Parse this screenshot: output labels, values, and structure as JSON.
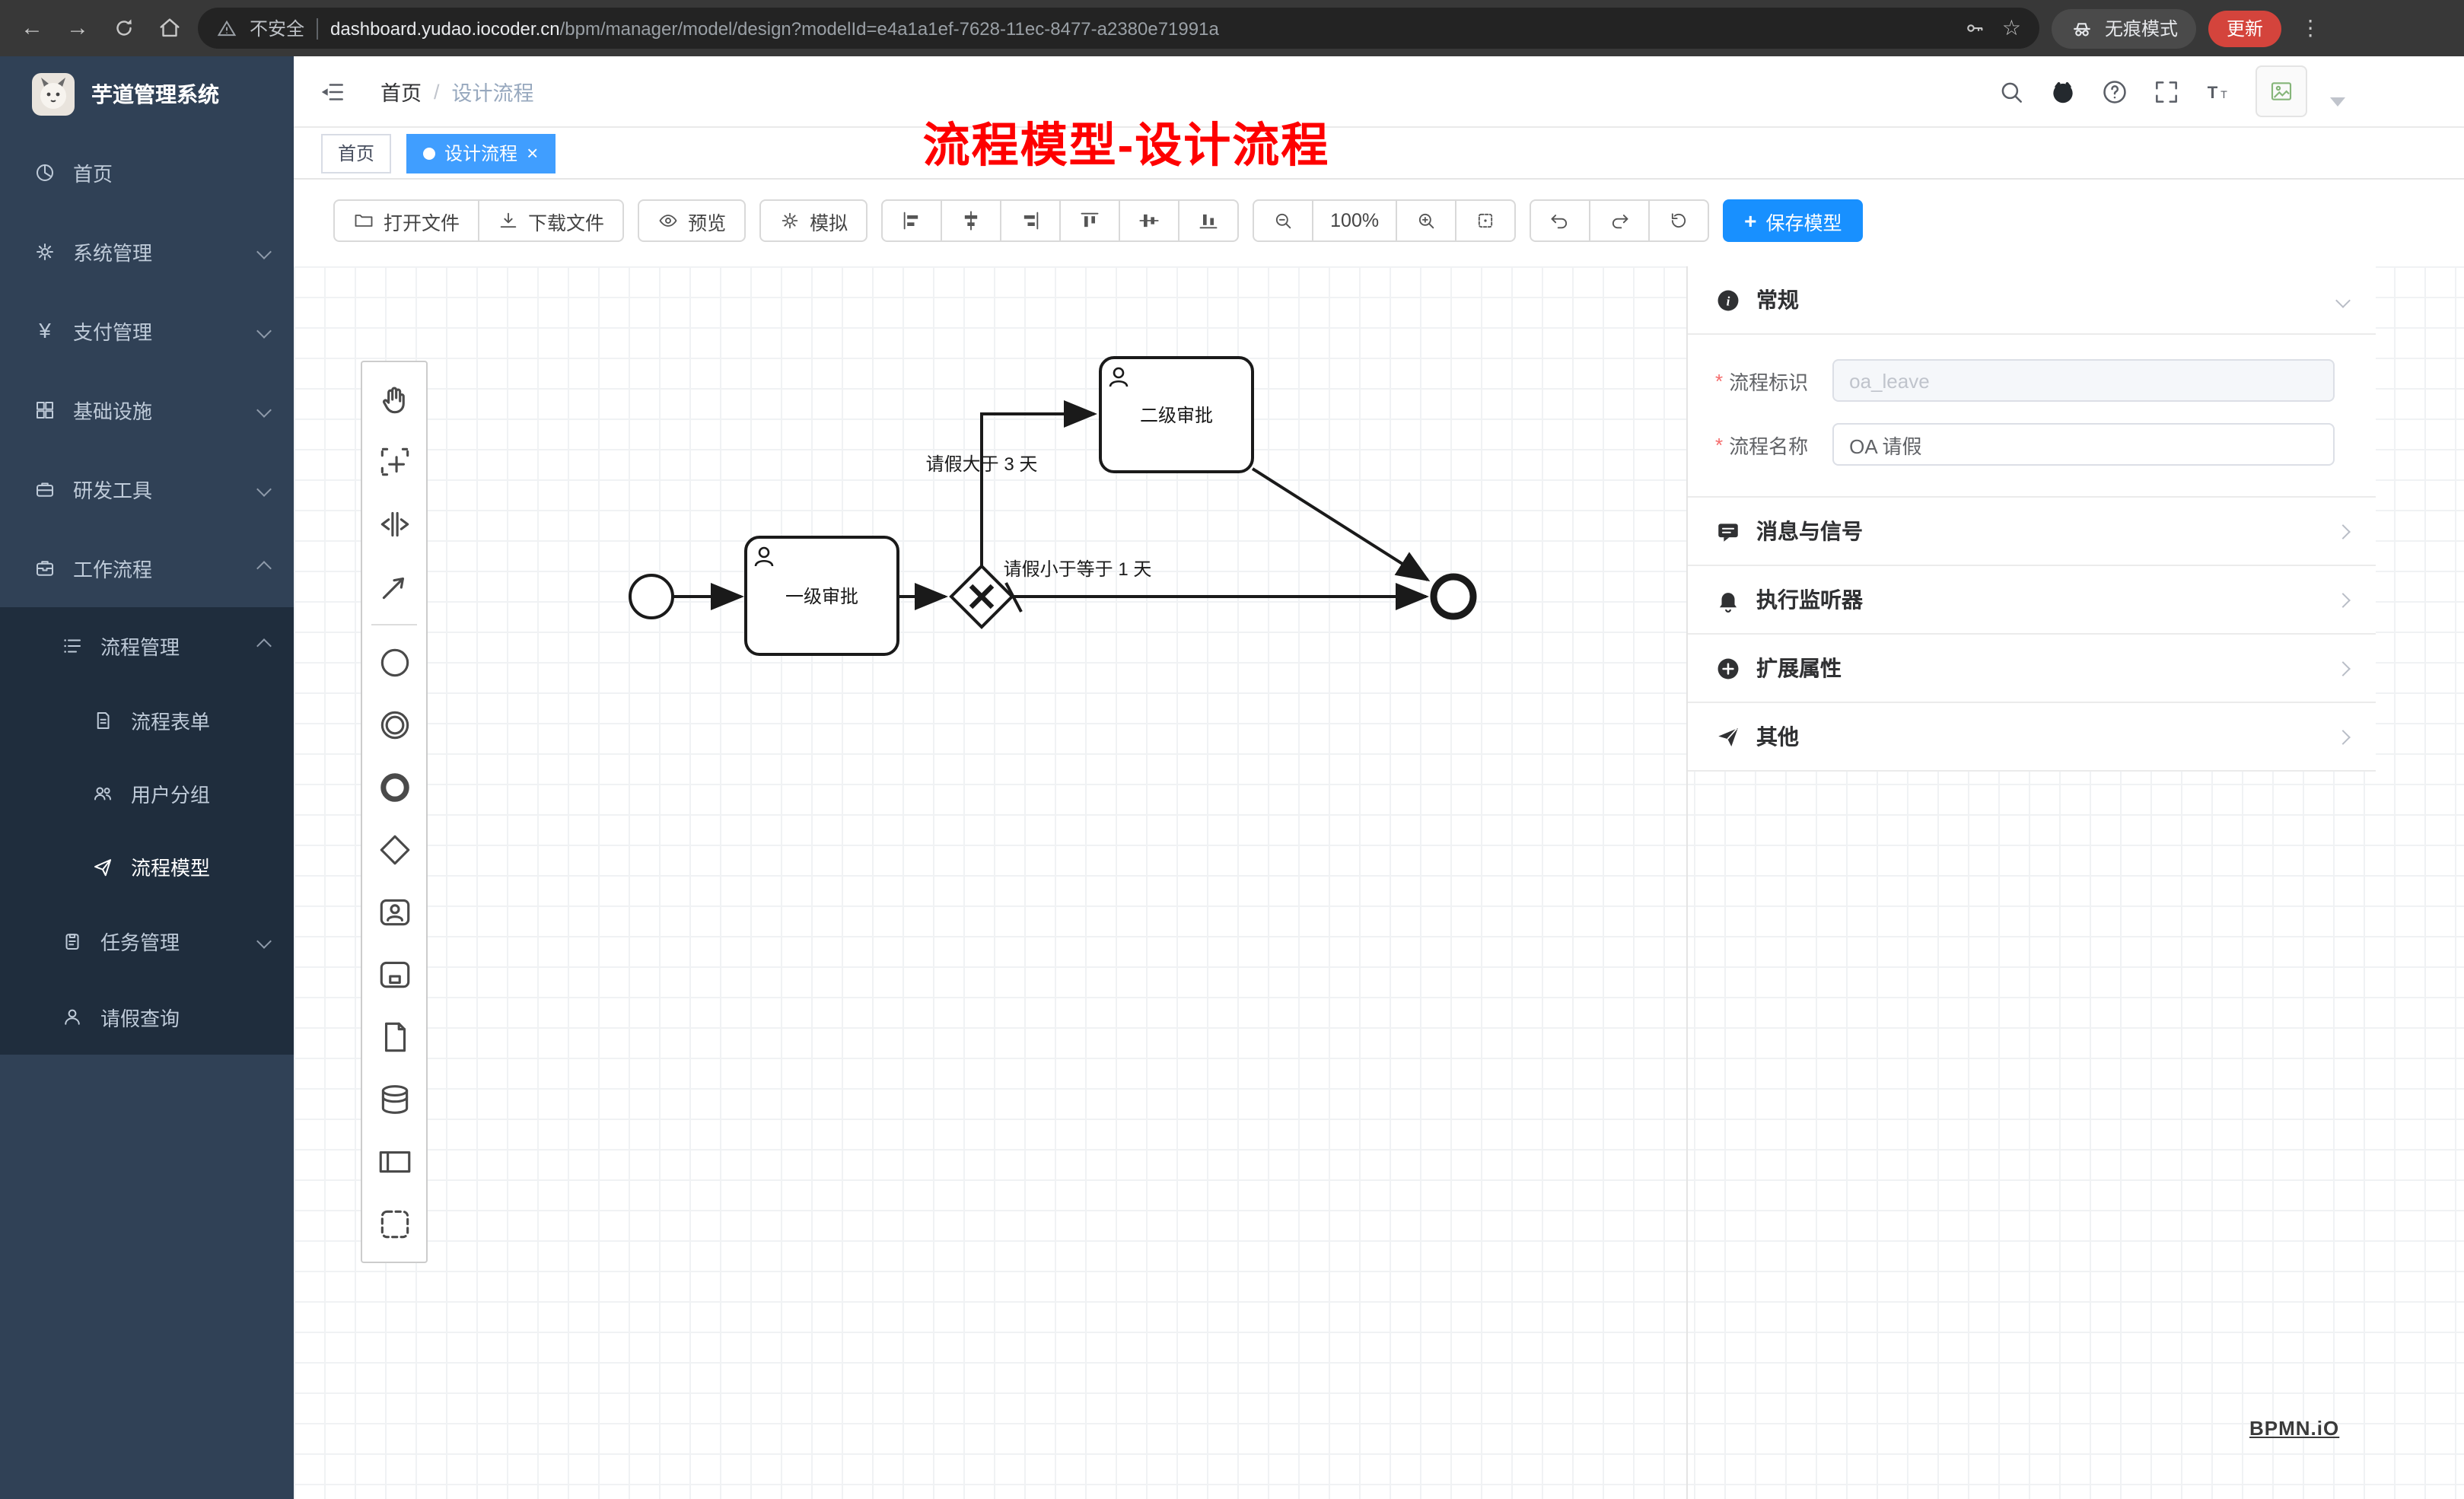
{
  "browser": {
    "security_label": "不安全",
    "url_host": "dashboard.yudao.iocoder.cn",
    "url_path": "/bpm/manager/model/design?modelId=e4a1a1ef-7628-11ec-8477-a2380e71991a",
    "incognito_label": "无痕模式",
    "update_label": "更新"
  },
  "sidebar": {
    "app_title": "芋道管理系统",
    "items": [
      {
        "label": "首页",
        "icon": "dashboard-icon",
        "level": 1
      },
      {
        "label": "系统管理",
        "icon": "gear-icon",
        "level": 1,
        "expandable": true
      },
      {
        "label": "支付管理",
        "icon": "yen-icon",
        "level": 1,
        "expandable": true
      },
      {
        "label": "基础设施",
        "icon": "infrastructure-icon",
        "level": 1,
        "expandable": true
      },
      {
        "label": "研发工具",
        "icon": "tools-icon",
        "level": 1,
        "expandable": true
      },
      {
        "label": "工作流程",
        "icon": "workflow-icon",
        "level": 1,
        "expanded": true
      },
      {
        "label": "流程管理",
        "icon": "process-list-icon",
        "level": 2,
        "expanded": true
      },
      {
        "label": "流程表单",
        "icon": "form-icon",
        "level": 3
      },
      {
        "label": "用户分组",
        "icon": "user-group-icon",
        "level": 3
      },
      {
        "label": "流程模型",
        "icon": "send-icon",
        "level": 3,
        "active": true
      },
      {
        "label": "任务管理",
        "icon": "task-icon",
        "level": 2,
        "expandable": true
      },
      {
        "label": "请假查询",
        "icon": "person-icon",
        "level": 2
      }
    ]
  },
  "header": {
    "breadcrumb_home": "首页",
    "breadcrumb_sep": "/",
    "breadcrumb_current": "设计流程",
    "annotation": "流程模型-设计流程"
  },
  "tags": {
    "home": "首页",
    "active": "设计流程",
    "close": "×"
  },
  "toolbar": {
    "open_label": "打开文件",
    "download_label": "下载文件",
    "preview_label": "预览",
    "simulate_label": "模拟",
    "zoom_level": "100%",
    "save_plus": "+",
    "save_label": "保存模型"
  },
  "diagram": {
    "task1_label": "一级审批",
    "task2_label": "二级审批",
    "flow_up_label": "请假大于 3 天",
    "flow_right_label": "请假小于等于 1 天"
  },
  "panel": {
    "required_mark": "*",
    "general": {
      "title": "常规",
      "fields": [
        {
          "label": "流程标识",
          "value": "oa_leave",
          "disabled": true
        },
        {
          "label": "流程名称",
          "value": "OA 请假",
          "disabled": false
        }
      ]
    },
    "sections": [
      {
        "title": "消息与信号",
        "icon": "message-icon"
      },
      {
        "title": "执行监听器",
        "icon": "bell-icon"
      },
      {
        "title": "扩展属性",
        "icon": "plus-circle-icon"
      },
      {
        "title": "其他",
        "icon": "send-icon"
      }
    ],
    "watermark": "BPMN.iO"
  },
  "icons": {
    "search": "magnifier",
    "github": "octocat",
    "help": "question-circle",
    "fullscreen": "corner-brackets",
    "font_size": "double-T",
    "hand": "pan-tool",
    "lasso": "lasso-tool",
    "space": "space-tool",
    "connect": "global-connect-tool"
  }
}
